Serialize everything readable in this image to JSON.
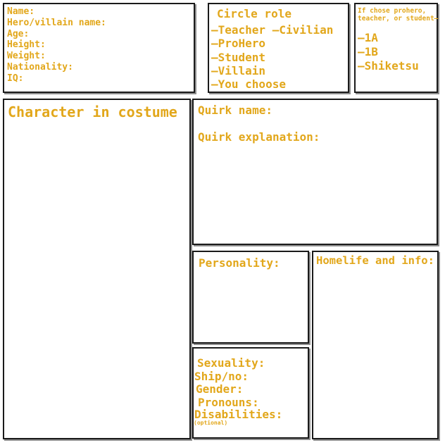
{
  "colors": {
    "gold": "#E2A71B",
    "border": "#1A1A1A",
    "shadow": "#8E8E8E",
    "background": "#FFFFFF"
  },
  "boxes": {
    "bio": {
      "fields": [
        "Name:",
        "Hero/villain name:",
        "Age:",
        "Height:",
        "Weight:",
        "Nationality:",
        "IQ:"
      ]
    },
    "circle_role": {
      "title": "Circle role",
      "options": [
        "–Teacher –Civilian",
        "–ProHero",
        "–Student",
        "–Villain",
        "–You choose"
      ]
    },
    "school": {
      "note_line1": "If chose prohero,",
      "note_line2": "teacher, or student–",
      "options": [
        "–1A",
        "–1B",
        "–Shiketsu"
      ]
    },
    "costume": {
      "title": "Character in costume"
    },
    "quirk": {
      "name_label": "Quirk name:",
      "explanation_label": "Quirk explanation:"
    },
    "personality": {
      "label": "Personality:"
    },
    "homelife": {
      "label": "Homelife and info:"
    },
    "identity": {
      "fields": [
        "Sexuality:",
        "Ship/no:",
        "Gender:",
        "Pronouns:",
        "Disabilities:"
      ],
      "optional_note": "(optional)"
    }
  }
}
